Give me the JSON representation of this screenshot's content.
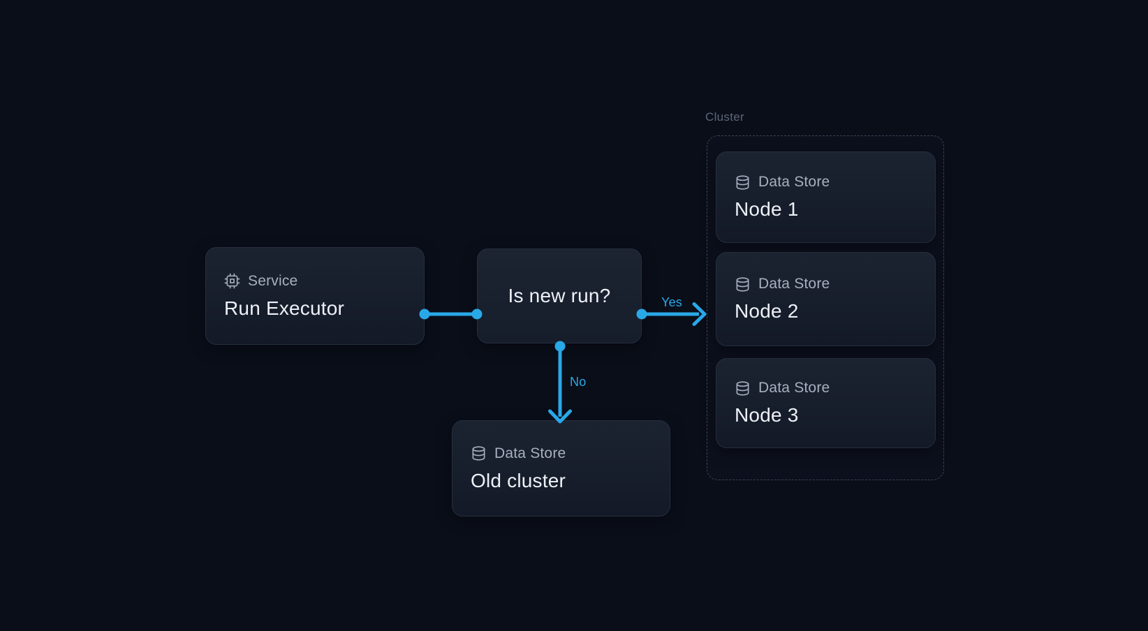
{
  "diagram": {
    "background": "#0a0e19",
    "accent": "#29a8e8",
    "service_node": {
      "icon": "cpu-icon",
      "type_label": "Service",
      "title": "Run Executor"
    },
    "decision_node": {
      "title": "Is new run?"
    },
    "edges": {
      "yes_label": "Yes",
      "no_label": "No"
    },
    "old_cluster_node": {
      "icon": "database-icon",
      "type_label": "Data Store",
      "title": "Old cluster"
    },
    "cluster": {
      "label": "Cluster",
      "nodes": [
        {
          "icon": "database-icon",
          "type_label": "Data Store",
          "title": "Node 1"
        },
        {
          "icon": "database-icon",
          "type_label": "Data Store",
          "title": "Node 2"
        },
        {
          "icon": "database-icon",
          "type_label": "Data Store",
          "title": "Node 3"
        }
      ]
    }
  }
}
